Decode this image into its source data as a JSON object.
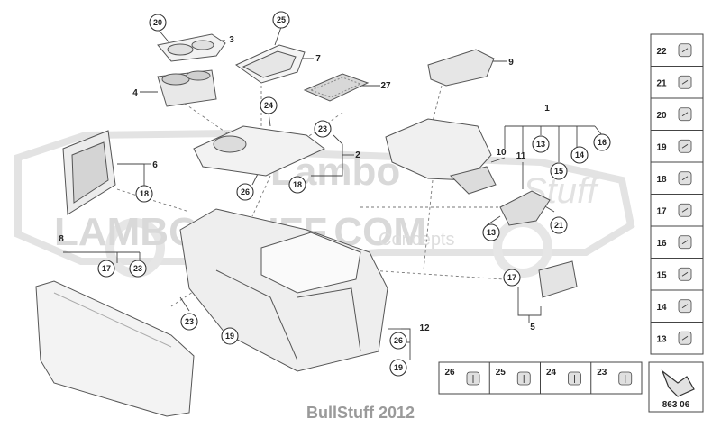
{
  "watermark": {
    "brand_top": "Lambo",
    "brand_script": "Stuff",
    "brand_main": "LAMBOSTUFF.COM",
    "tagline": "Concepts"
  },
  "callouts": [
    {
      "label": "20"
    },
    {
      "label": "25"
    },
    {
      "label": "24"
    },
    {
      "label": "23"
    },
    {
      "label": "18"
    },
    {
      "label": "26"
    },
    {
      "label": "18"
    },
    {
      "label": "17"
    },
    {
      "label": "23"
    },
    {
      "label": "23"
    },
    {
      "label": "19"
    },
    {
      "label": "26"
    },
    {
      "label": "19"
    },
    {
      "label": "13"
    },
    {
      "label": "15"
    },
    {
      "label": "14"
    },
    {
      "label": "16"
    },
    {
      "label": "21"
    },
    {
      "label": "13"
    },
    {
      "label": "17"
    }
  ],
  "ref_labels": [
    {
      "label": "3"
    },
    {
      "label": "4"
    },
    {
      "label": "7"
    },
    {
      "label": "27"
    },
    {
      "label": "2"
    },
    {
      "label": "6"
    },
    {
      "label": "8"
    },
    {
      "label": "9"
    },
    {
      "label": "1"
    },
    {
      "label": "10"
    },
    {
      "label": "11"
    },
    {
      "label": "12"
    },
    {
      "label": "5"
    }
  ],
  "side_panel": [
    {
      "number": "22",
      "icon": "torx-screw-icon"
    },
    {
      "number": "21",
      "icon": "bolt-icon"
    },
    {
      "number": "20",
      "icon": "flange-screw-icon"
    },
    {
      "number": "19",
      "icon": "spring-clip-icon"
    },
    {
      "number": "18",
      "icon": "clip-nut-icon"
    },
    {
      "number": "17",
      "icon": "retainer-clip-icon"
    },
    {
      "number": "16",
      "icon": "expansion-rivet-icon"
    },
    {
      "number": "15",
      "icon": "grommet-icon"
    },
    {
      "number": "14",
      "icon": "washer-icon"
    },
    {
      "number": "13",
      "icon": "rod-icon"
    }
  ],
  "bottom_panel": [
    {
      "number": "26",
      "icon": "clip-icon"
    },
    {
      "number": "25",
      "icon": "panel-screw-icon"
    },
    {
      "number": "24",
      "icon": "screw-icon"
    },
    {
      "number": "23",
      "icon": "bracket-clip-icon"
    }
  ],
  "diagram_code": "863 06",
  "copyright": "BullStuff 2012"
}
